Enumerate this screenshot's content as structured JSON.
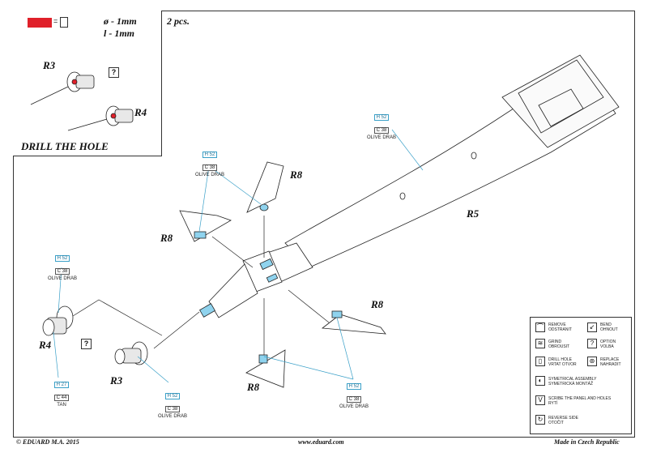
{
  "header": {
    "quantity": "2 pcs.",
    "drill_diameter": "ø - 1mm",
    "drill_length": "l - 1mm",
    "drill_title": "DRILL THE HOLE"
  },
  "parts": {
    "r3_inset": "R3",
    "r4_inset": "R4",
    "r3": "R3",
    "r4": "R4",
    "r5": "R5",
    "r8_top": "R8",
    "r8_left": "R8",
    "r8_right": "R8",
    "r8_bottom": "R8"
  },
  "paint_callouts": [
    {
      "code1": "H 52",
      "code2": "C 38",
      "name": "OLIVE DRAB"
    },
    {
      "code1": "H 52",
      "code2": "C 38",
      "name": "OLIVE DRAB"
    },
    {
      "code1": "H 52",
      "code2": "C 38",
      "name": "OLIVE DRAB"
    },
    {
      "code1": "H 27",
      "code2": "C 44",
      "name": "TAN"
    },
    {
      "code1": "H 52",
      "code2": "C 38",
      "name": "OLIVE DRAB"
    },
    {
      "code1": "H 52",
      "code2": "C 38",
      "name": "OLIVE DRAB"
    }
  ],
  "option_mark": "?",
  "legend": [
    {
      "icon": "remove-icon",
      "text1": "REMOVE",
      "text2": "ODSTRANIT"
    },
    {
      "icon": "bend-icon",
      "text1": "BEND",
      "text2": "OHNOUT"
    },
    {
      "icon": "grind-icon",
      "text1": "GRIND",
      "text2": "OBROUSIT"
    },
    {
      "icon": "option-icon",
      "text1": "OPTION",
      "text2": "VOLBA"
    },
    {
      "icon": "drill-icon",
      "text1": "DRILL HOLE",
      "text2": "VRTAT OTVOR"
    },
    {
      "icon": "replace-icon",
      "text1": "REPLACE",
      "text2": "NAHRADIT"
    },
    {
      "icon": "symmetrical-icon",
      "text1": "SYMETRICAL ASSEMBLY",
      "text2": "SYMETRICKÁ MONTÁŽ"
    },
    {
      "icon": "scribe-icon",
      "text1": "SCRIBE THE PANEL AND HOLES",
      "text2": "RYTÍ"
    },
    {
      "icon": "reverse-icon",
      "text1": "REVERSE SIDE",
      "text2": "OTOČIT"
    }
  ],
  "legend_icon_glyphs": {
    "option": "?",
    "scribe": "V"
  },
  "footer": {
    "copyright": "© EDUARD  M.A. 2015",
    "website": "www.eduard.com",
    "made_in": "Made in Czech Republic"
  },
  "colors": {
    "paint_callout": "#3aa0c8",
    "part_fill": "#8fd3ee",
    "drill_red": "#e0202a"
  }
}
